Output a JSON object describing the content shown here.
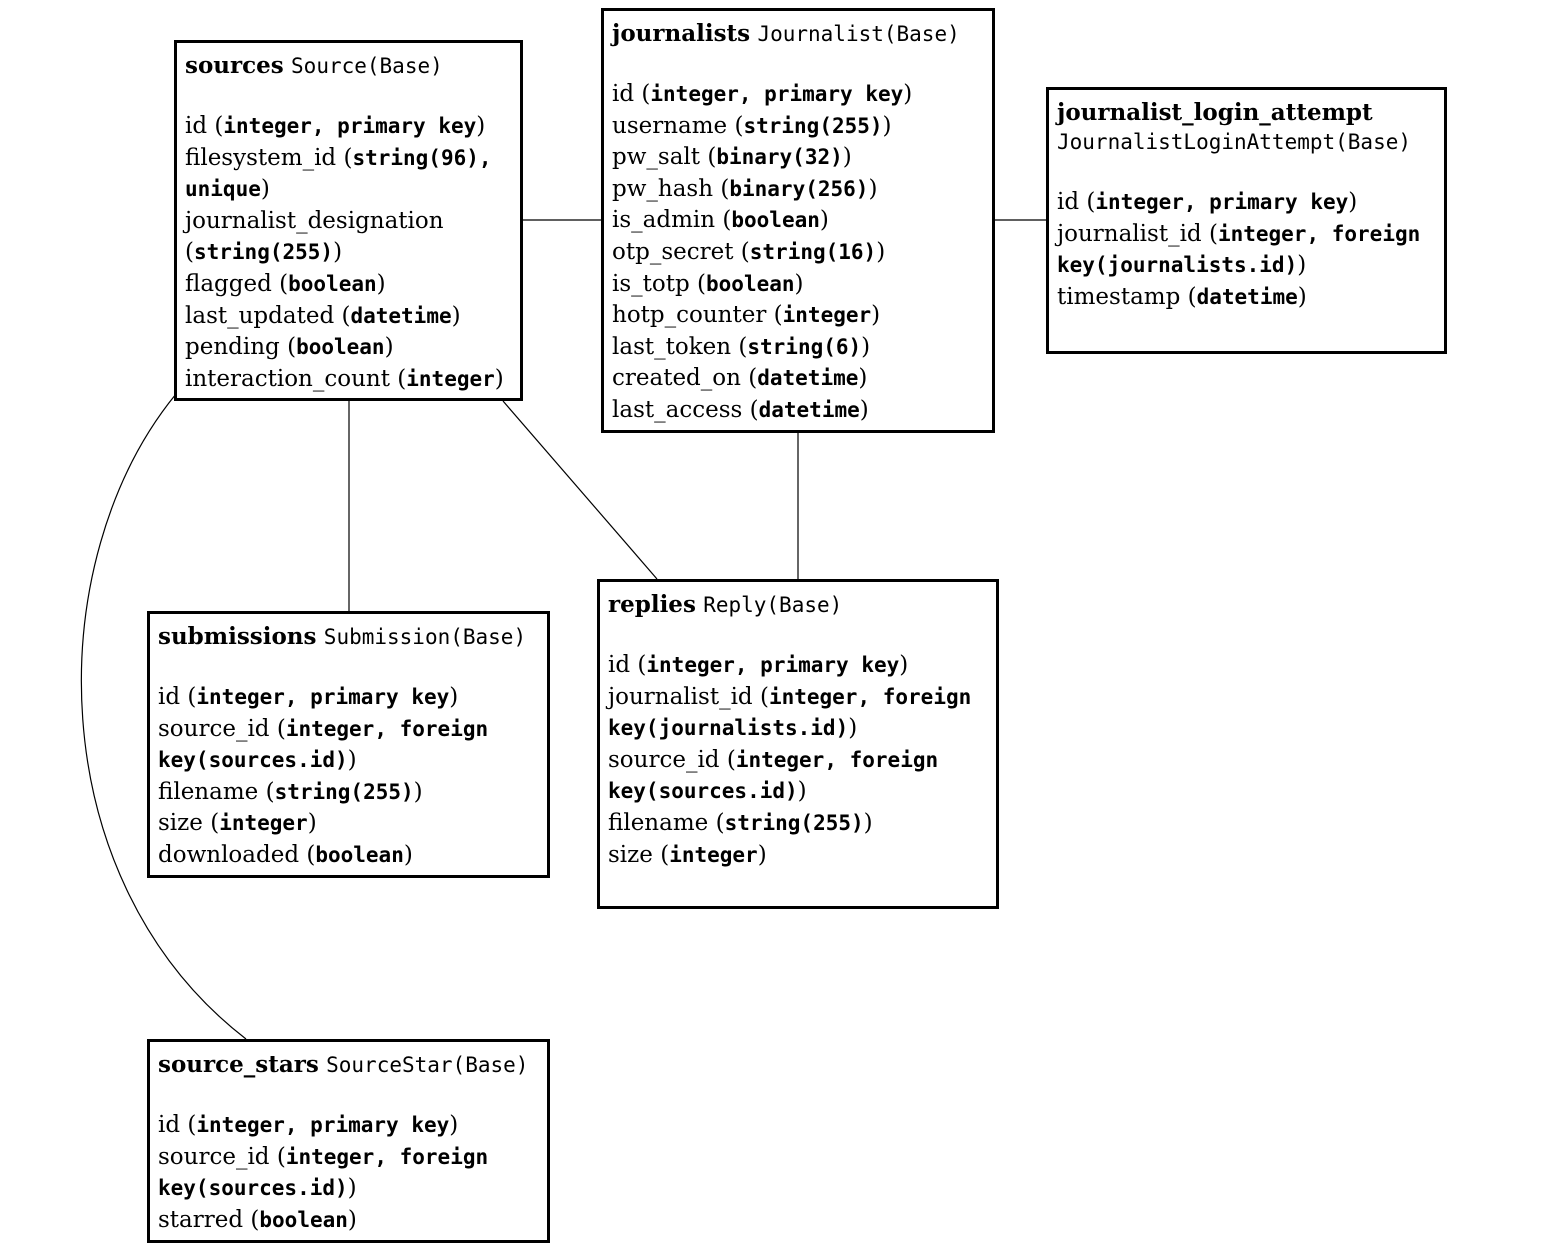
{
  "entities": {
    "sources": {
      "table": "sources",
      "class": "Source(Base)",
      "fields": [
        {
          "name": "id",
          "type": "integer, primary key"
        },
        {
          "name": "filesystem_id",
          "type": "string(96), unique"
        },
        {
          "name": "journalist_designation",
          "type": "string(255)"
        },
        {
          "name": "flagged",
          "type": "boolean"
        },
        {
          "name": "last_updated",
          "type": "datetime"
        },
        {
          "name": "pending",
          "type": "boolean"
        },
        {
          "name": "interaction_count",
          "type": "integer"
        }
      ]
    },
    "journalists": {
      "table": "journalists",
      "class": "Journalist(Base)",
      "fields": [
        {
          "name": "id",
          "type": "integer, primary key"
        },
        {
          "name": "username",
          "type": "string(255)"
        },
        {
          "name": "pw_salt",
          "type": "binary(32)"
        },
        {
          "name": "pw_hash",
          "type": "binary(256)"
        },
        {
          "name": "is_admin",
          "type": "boolean"
        },
        {
          "name": "otp_secret",
          "type": "string(16)"
        },
        {
          "name": "is_totp",
          "type": "boolean"
        },
        {
          "name": "hotp_counter",
          "type": "integer"
        },
        {
          "name": "last_token",
          "type": "string(6)"
        },
        {
          "name": "created_on",
          "type": "datetime"
        },
        {
          "name": "last_access",
          "type": "datetime"
        }
      ]
    },
    "journalist_login_attempt": {
      "table": "journalist_login_attempt",
      "class": "JournalistLoginAttempt(Base)",
      "fields": [
        {
          "name": "id",
          "type": "integer, primary key"
        },
        {
          "name": "journalist_id",
          "type": "integer, foreign key(journalists.id)"
        },
        {
          "name": "timestamp",
          "type": "datetime"
        }
      ]
    },
    "submissions": {
      "table": "submissions",
      "class": "Submission(Base)",
      "fields": [
        {
          "name": "id",
          "type": "integer, primary key"
        },
        {
          "name": "source_id",
          "type": "integer, foreign key(sources.id)"
        },
        {
          "name": "filename",
          "type": "string(255)"
        },
        {
          "name": "size",
          "type": "integer"
        },
        {
          "name": "downloaded",
          "type": "boolean"
        }
      ]
    },
    "replies": {
      "table": "replies",
      "class": "Reply(Base)",
      "fields": [
        {
          "name": "id",
          "type": "integer, primary key"
        },
        {
          "name": "journalist_id",
          "type": "integer, foreign key(journalists.id)"
        },
        {
          "name": "source_id",
          "type": "integer, foreign key(sources.id)"
        },
        {
          "name": "filename",
          "type": "string(255)"
        },
        {
          "name": "size",
          "type": "integer"
        }
      ]
    },
    "source_stars": {
      "table": "source_stars",
      "class": "SourceStar(Base)",
      "fields": [
        {
          "name": "id",
          "type": "integer, primary key"
        },
        {
          "name": "source_id",
          "type": "integer, foreign key(sources.id)"
        },
        {
          "name": "starred",
          "type": "boolean"
        }
      ]
    }
  },
  "relations": [
    {
      "from": "sources",
      "to": "journalists"
    },
    {
      "from": "journalists",
      "to": "journalist_login_attempt"
    },
    {
      "from": "sources",
      "to": "submissions"
    },
    {
      "from": "sources",
      "to": "replies"
    },
    {
      "from": "journalists",
      "to": "replies"
    },
    {
      "from": "sources",
      "to": "source_stars"
    }
  ]
}
